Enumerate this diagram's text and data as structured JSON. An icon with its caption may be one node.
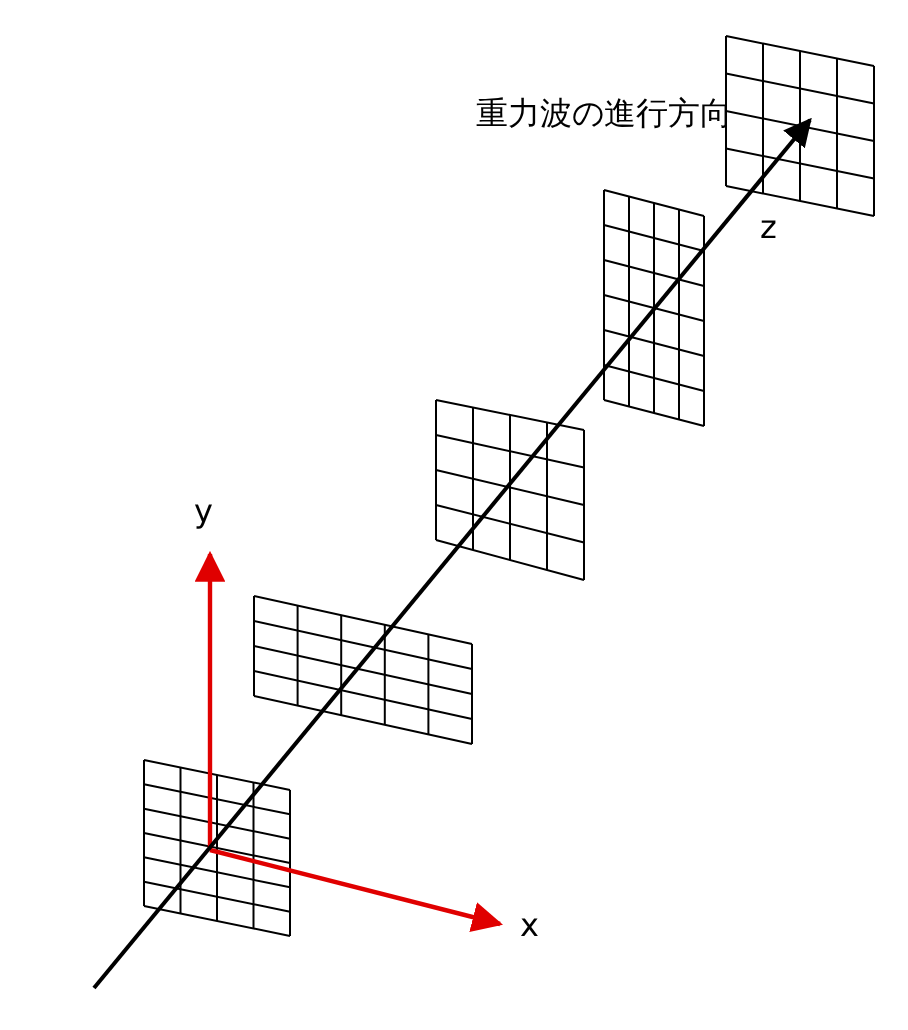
{
  "diagram": {
    "labels": [
      "重力波の進行方向",
      "z",
      "y",
      "x"
    ]
  }
}
